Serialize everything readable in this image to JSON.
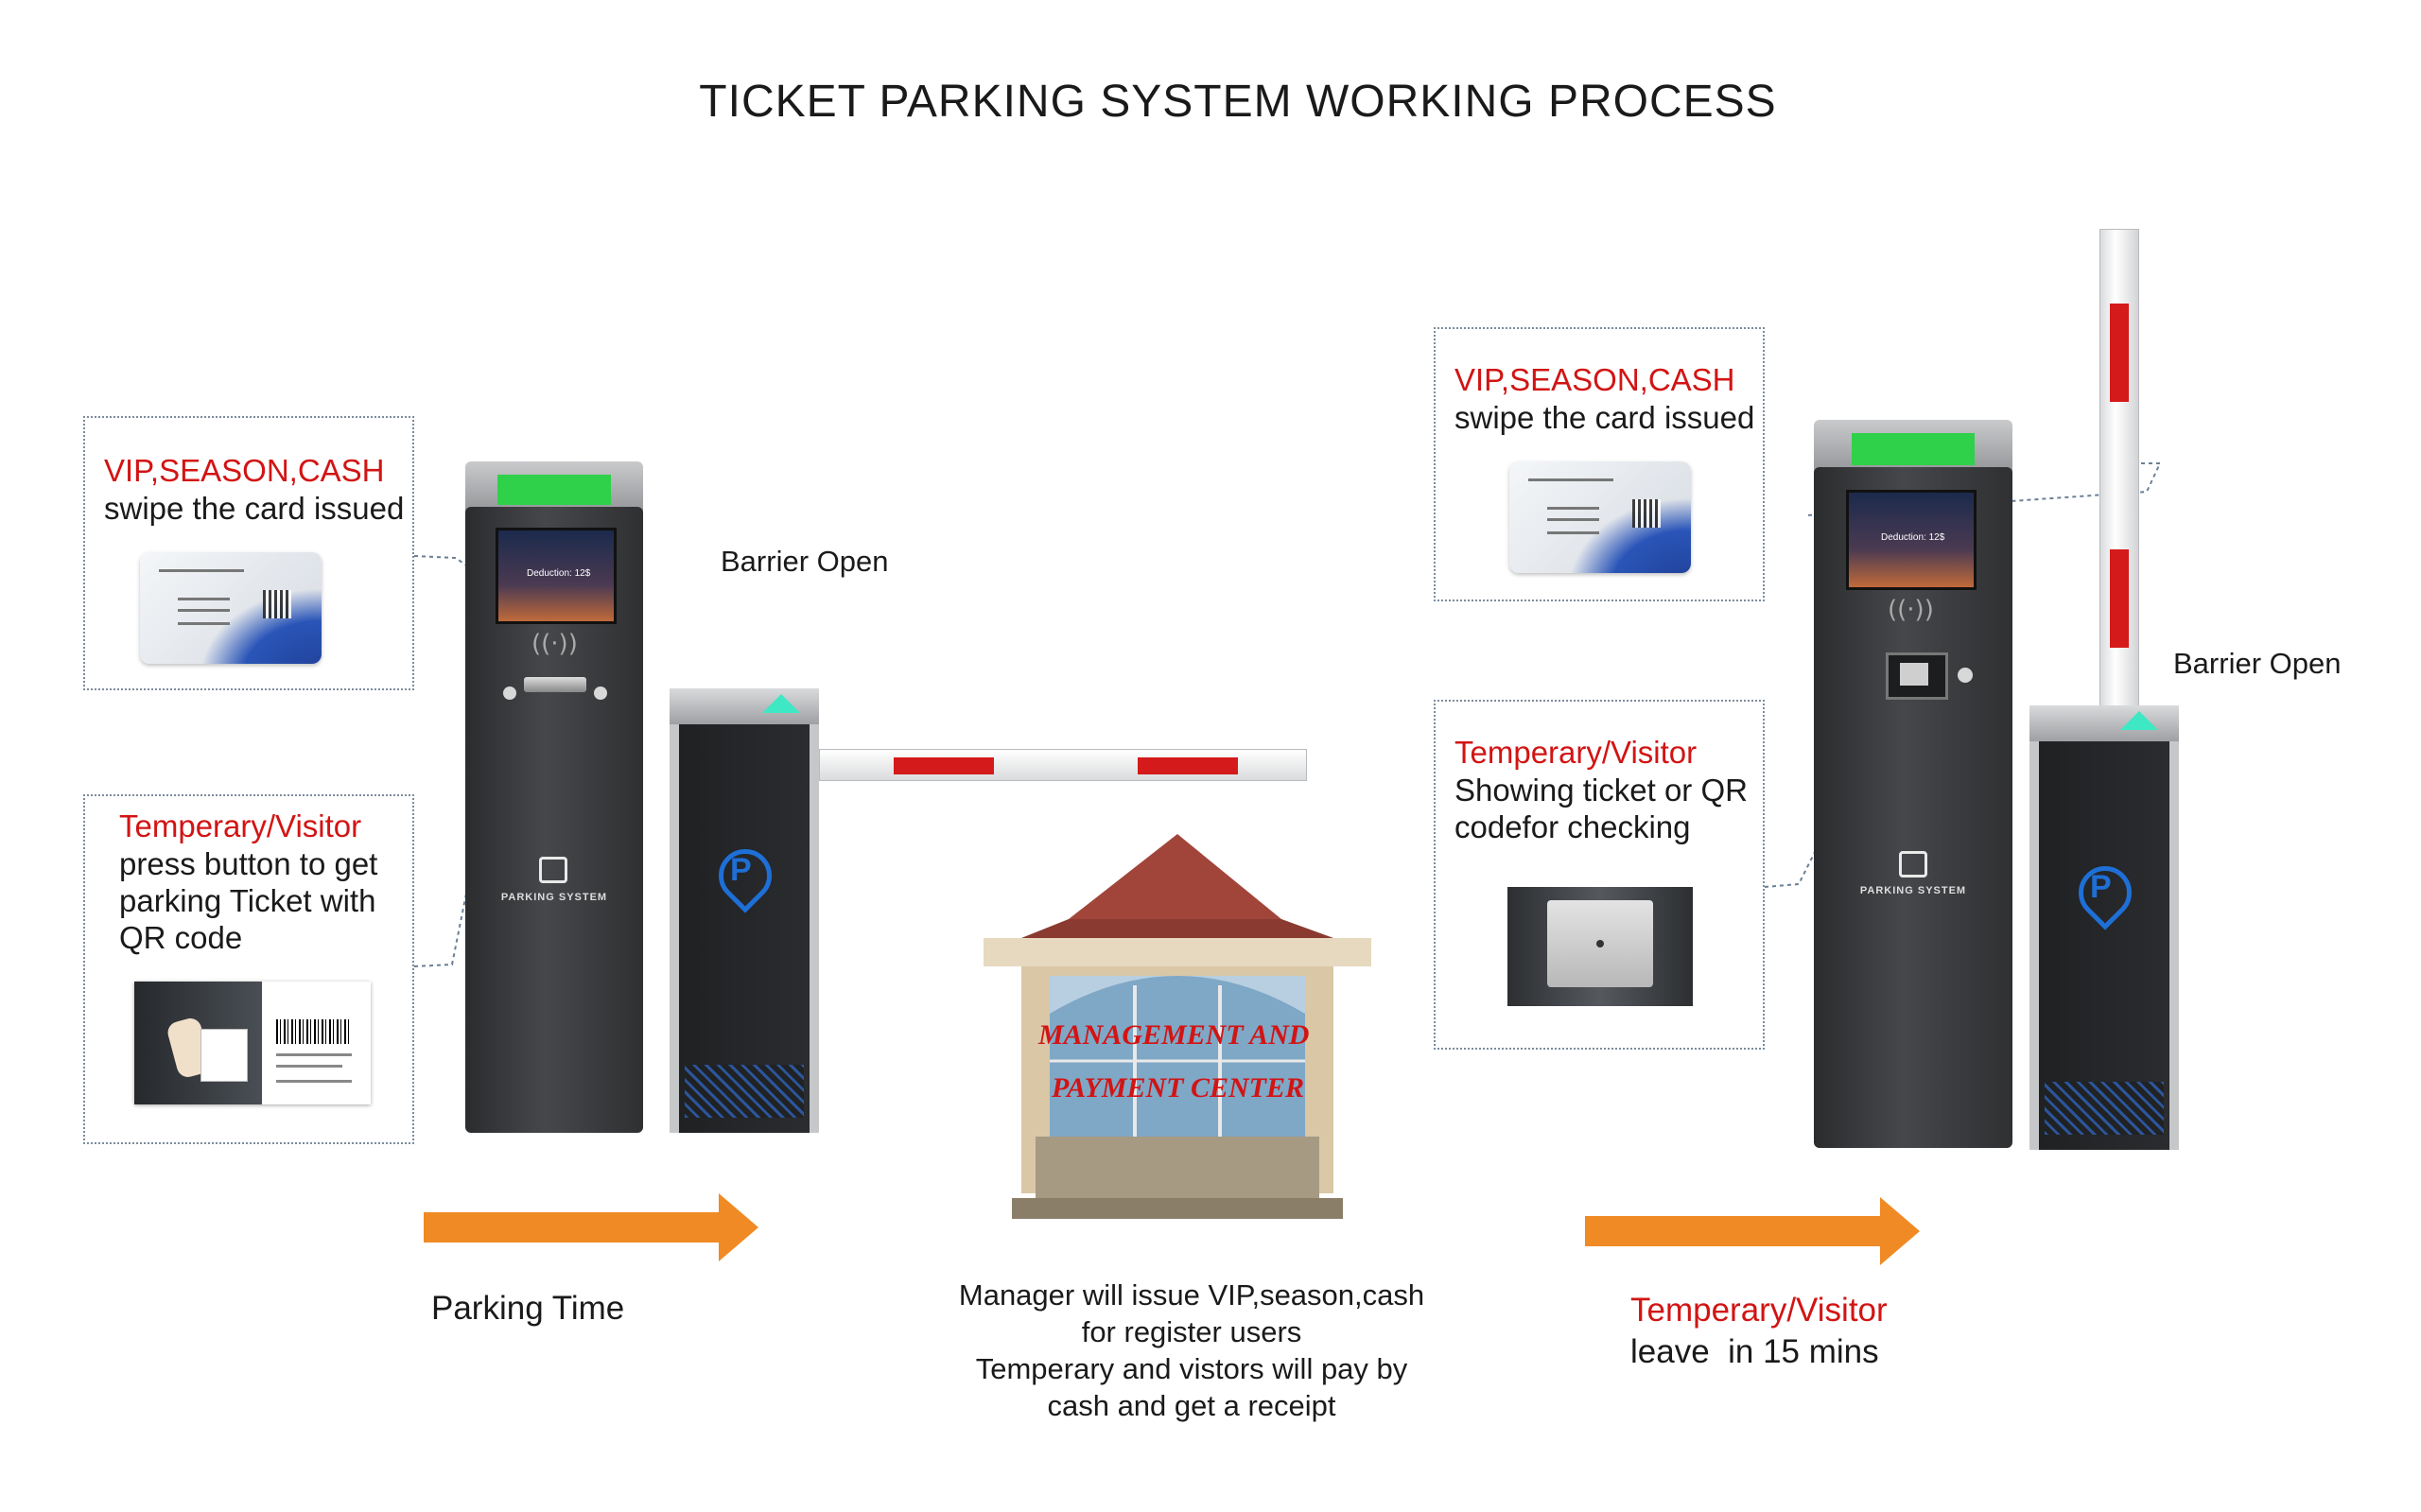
{
  "title": "TICKET PARKING SYSTEM WORKING PROCESS",
  "entry": {
    "card_panel": {
      "heading": "VIP,SEASON,CASH",
      "text": "swipe the card issued"
    },
    "visitor_panel": {
      "heading": "Temperary/Visitor",
      "lines": [
        "press button to get",
        "parking Ticket with",
        "QR code"
      ]
    },
    "barrier_label": "Barrier Open",
    "kiosk_brand": "PARKING SYSTEM",
    "screen_text": "Deduction:  12$",
    "arrow_label": "Parking Time"
  },
  "center": {
    "booth_sign_lines": [
      "MANAGEMENT AND",
      "PAYMENT CENTER"
    ],
    "description_lines": [
      "Manager will issue VIP,season,cash",
      "for register users",
      "Temperary and vistors will pay by",
      "cash and get a receipt"
    ]
  },
  "exit": {
    "card_panel": {
      "heading": "VIP,SEASON,CASH",
      "text": "swipe the card issued"
    },
    "visitor_panel": {
      "heading": "Temperary/Visitor",
      "lines": [
        "Showing ticket or QR",
        "codefor checking"
      ]
    },
    "barrier_label": "Barrier Open",
    "kiosk_brand": "PARKING SYSTEM",
    "screen_text": "Deduction:  12$",
    "arrow_heading": "Temperary/Visitor",
    "arrow_text": "leave  in 15 mins"
  },
  "colors": {
    "accent_red": "#d21414",
    "arrow_orange": "#f08a24",
    "kiosk_body": "#3a3b3d",
    "led_green": "#2fd14a",
    "p_blue": "#1e6fd6"
  }
}
